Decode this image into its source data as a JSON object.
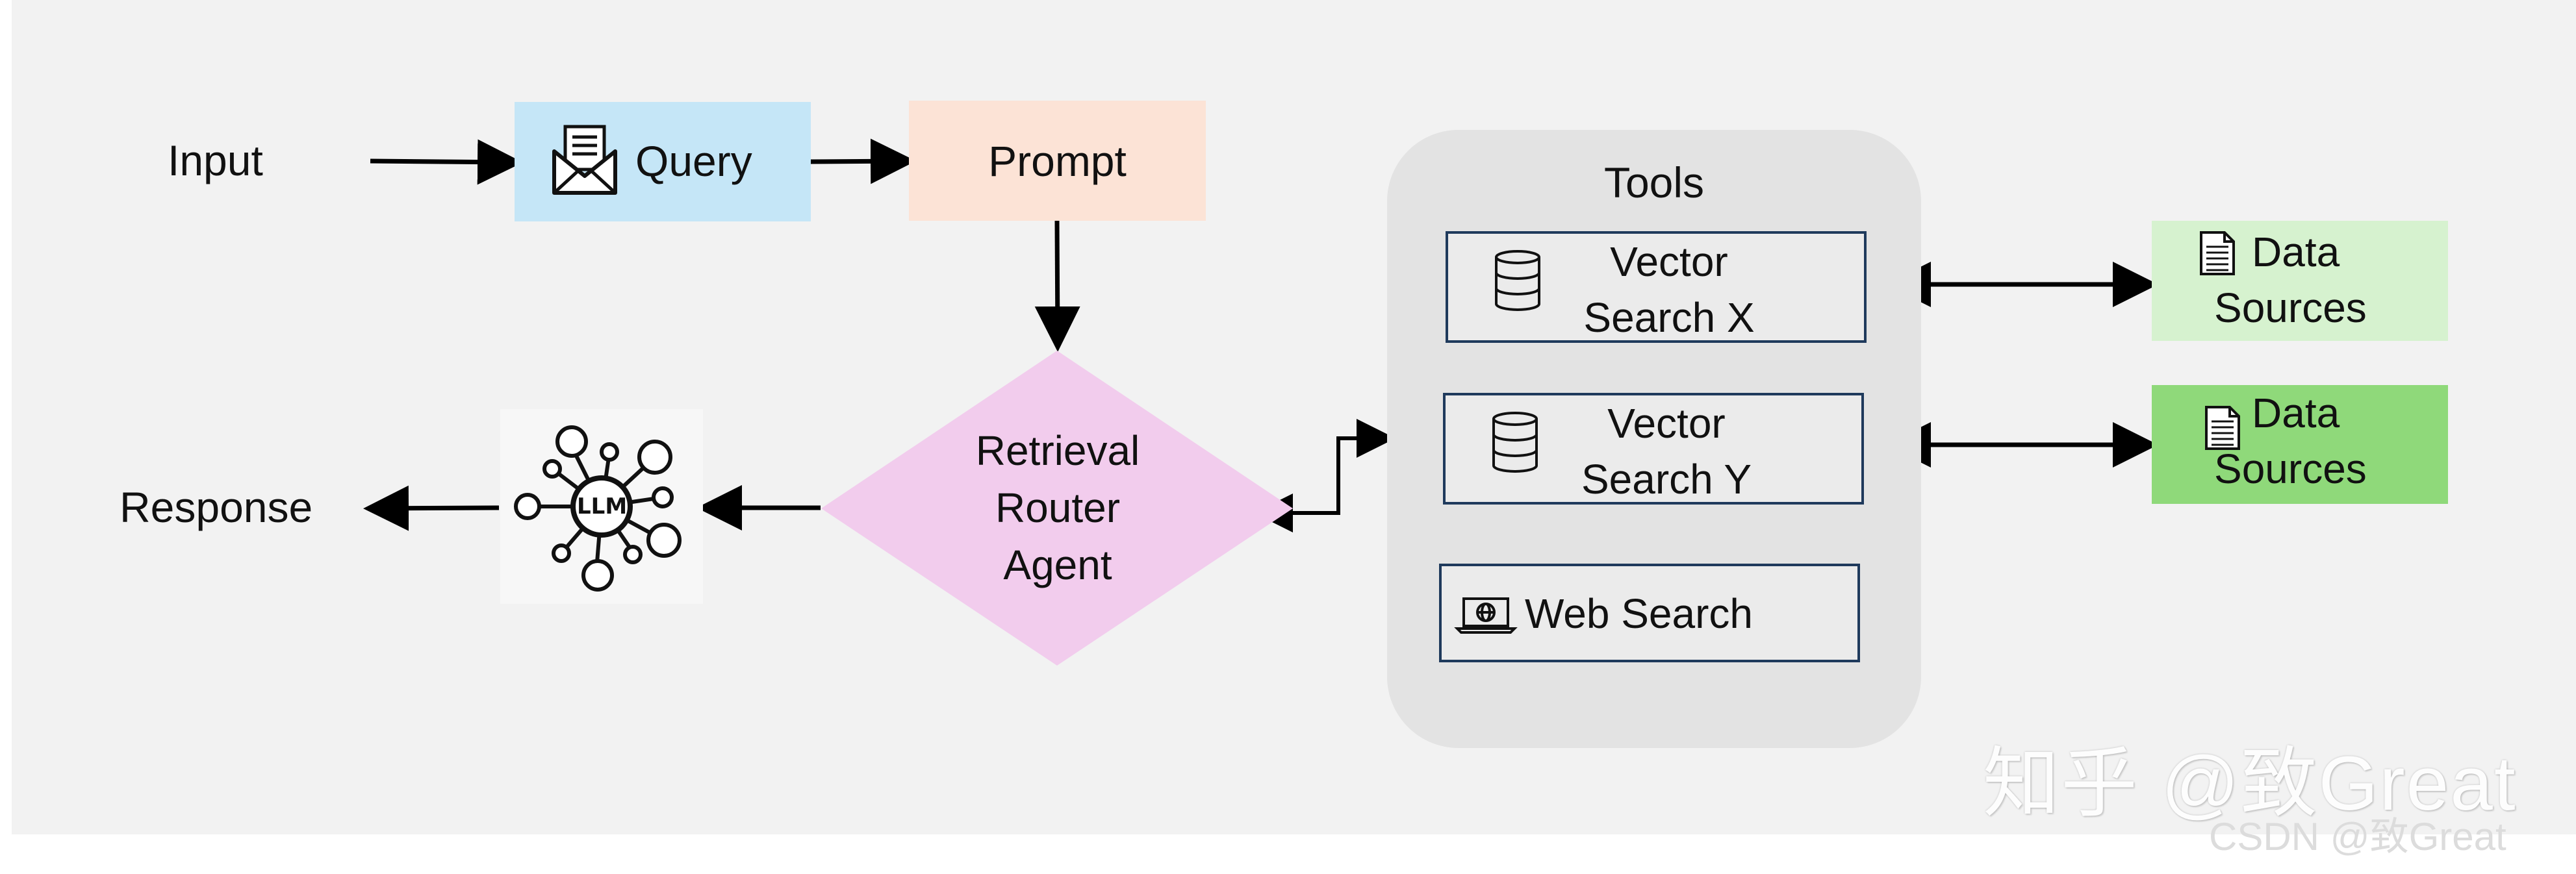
{
  "nodes": {
    "input": "Input",
    "query": "Query",
    "prompt": "Prompt",
    "router_line1": "Retrieval",
    "router_line2": "Router",
    "router_line3": "Agent",
    "response": "Response",
    "llm": "LLM"
  },
  "tools": {
    "title": "Tools",
    "vector_x_line1": "Vector",
    "vector_x_line2": "Search X",
    "vector_y_line1": "Vector",
    "vector_y_line2": "Search Y",
    "web_search": "Web Search"
  },
  "data_sources": [
    {
      "line1": "Data",
      "line2": "Sources",
      "color": "#d6f2cf"
    },
    {
      "line1": "Data",
      "line2": "Sources",
      "color": "#8fd97a"
    }
  ],
  "colors": {
    "query_bg": "#c5e6f7",
    "prompt_bg": "#fce3d6",
    "router_bg": "#f2cced",
    "tools_panel_bg": "#e3e3e3",
    "tool_border": "#1f3a5c"
  },
  "icons": {
    "query": "envelope-document-icon",
    "vector_search": "database-icon",
    "web_search": "laptop-globe-icon",
    "data_source": "document-icon",
    "llm": "llm-network-icon"
  },
  "watermark": {
    "main": "知乎 @致Great",
    "sub": "CSDN @致Great"
  }
}
